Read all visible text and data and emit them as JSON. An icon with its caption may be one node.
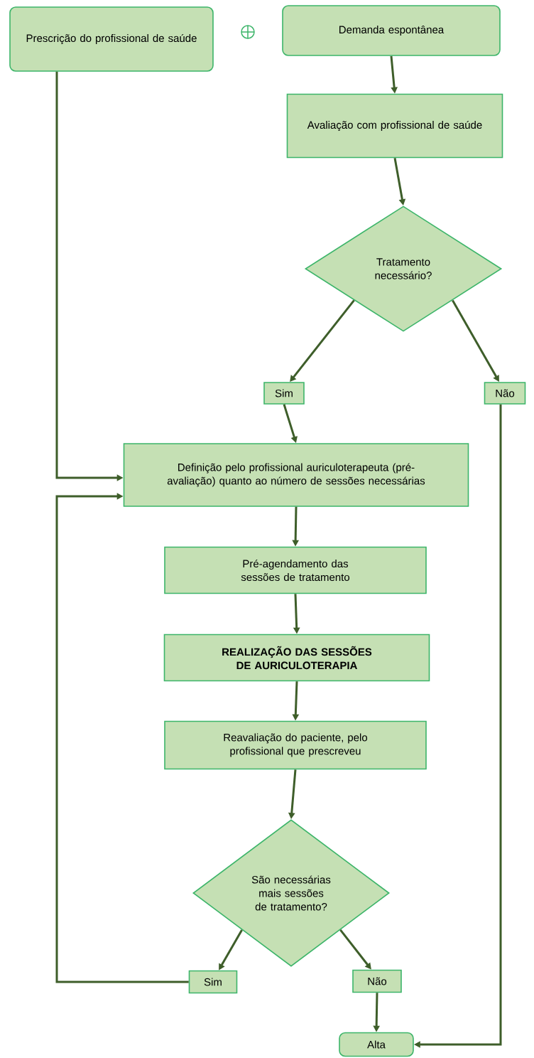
{
  "diagram": {
    "nodes": [
      {
        "text": [
          "Prescrição do profissional de saúde"
        ]
      },
      {
        "text": [
          "Demanda espontânea"
        ]
      },
      {
        "text": [
          "Avaliação com profissional de saúde"
        ]
      },
      {
        "text": [
          "Tratamento necessário?"
        ]
      },
      {
        "text": [
          "Sim"
        ]
      },
      {
        "text": [
          "Não"
        ]
      },
      {
        "text": [
          "Definição pelo profissional auriculoterapeuta (pré-avaliação) quanto ao número de sessões necessárias"
        ]
      },
      {
        "text": [
          "Pré-agendamento das sessões de tratamento"
        ]
      },
      {
        "text": [
          "REALIZAÇÃO DAS SESSÕES DE AURICULOTERAPIA"
        ]
      },
      {
        "text": [
          "Reavaliação do paciente, pelo profissional que prescreveu"
        ]
      },
      {
        "text": [
          "São necessárias mais sessões de tratamento?"
        ]
      },
      {
        "text": [
          "Sim"
        ]
      },
      {
        "text": [
          "Não"
        ]
      },
      {
        "text": [
          "Alta"
        ]
      }
    ],
    "edges": [
      {
        "from": 0,
        "to": 6,
        "arrow": "to"
      },
      {
        "from": 1,
        "to": 2,
        "arrow": "to"
      },
      {
        "from": 2,
        "to": 3,
        "arrow": "to"
      },
      {
        "from": 3,
        "to": 4,
        "arrow": "to"
      },
      {
        "from": 3,
        "to": 5,
        "arrow": "to"
      },
      {
        "from": 4,
        "to": 6,
        "arrow": "to"
      },
      {
        "from": 5,
        "to": 13,
        "arrow": "to"
      },
      {
        "from": 6,
        "to": 7,
        "arrow": "to"
      },
      {
        "from": 7,
        "to": 8,
        "arrow": "to"
      },
      {
        "from": 8,
        "to": 9,
        "arrow": "to"
      },
      {
        "from": 9,
        "to": 10,
        "arrow": "to"
      },
      {
        "from": 10,
        "to": 11,
        "arrow": "to"
      },
      {
        "from": 10,
        "to": 12,
        "arrow": "to"
      },
      {
        "from": 11,
        "to": 6,
        "arrow": "to"
      },
      {
        "from": 12,
        "to": 13,
        "arrow": "to"
      }
    ]
  }
}
